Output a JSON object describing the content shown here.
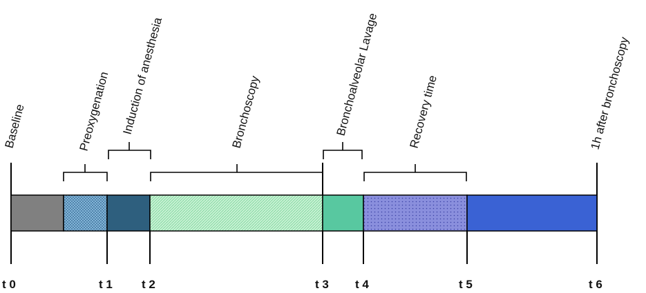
{
  "phases": [
    {
      "id": "baseline",
      "label": "Baseline",
      "fill": "#808080",
      "pattern": "solid"
    },
    {
      "id": "preoxygenation",
      "label": "Preoxygenation",
      "fill": "#7fb3d5",
      "pattern": "crosshatch"
    },
    {
      "id": "induction",
      "label": "Induction of anesthesia",
      "fill": "#2e5f7e",
      "pattern": "solid"
    },
    {
      "id": "bronchoscopy",
      "label": "Bronchoscopy",
      "fill": "#b9ecc8",
      "pattern": "fine-hatch"
    },
    {
      "id": "bal",
      "label": "Bronchoalveolar Lavage",
      "fill": "#58c8a0",
      "pattern": "solid"
    },
    {
      "id": "recovery",
      "label": "Recovery time",
      "fill": "#8085d8",
      "pattern": "dots"
    },
    {
      "id": "after",
      "label": "1h after bronchoscopy",
      "fill": "#3a62d4",
      "pattern": "solid"
    }
  ],
  "timepoints": [
    {
      "id": "t0",
      "label": "t 0"
    },
    {
      "id": "t1",
      "label": "t 1"
    },
    {
      "id": "t2",
      "label": "t 2"
    },
    {
      "id": "t3",
      "label": "t 3"
    },
    {
      "id": "t4",
      "label": "t 4"
    },
    {
      "id": "t5",
      "label": "t 5"
    },
    {
      "id": "t6",
      "label": "t 6"
    }
  ]
}
